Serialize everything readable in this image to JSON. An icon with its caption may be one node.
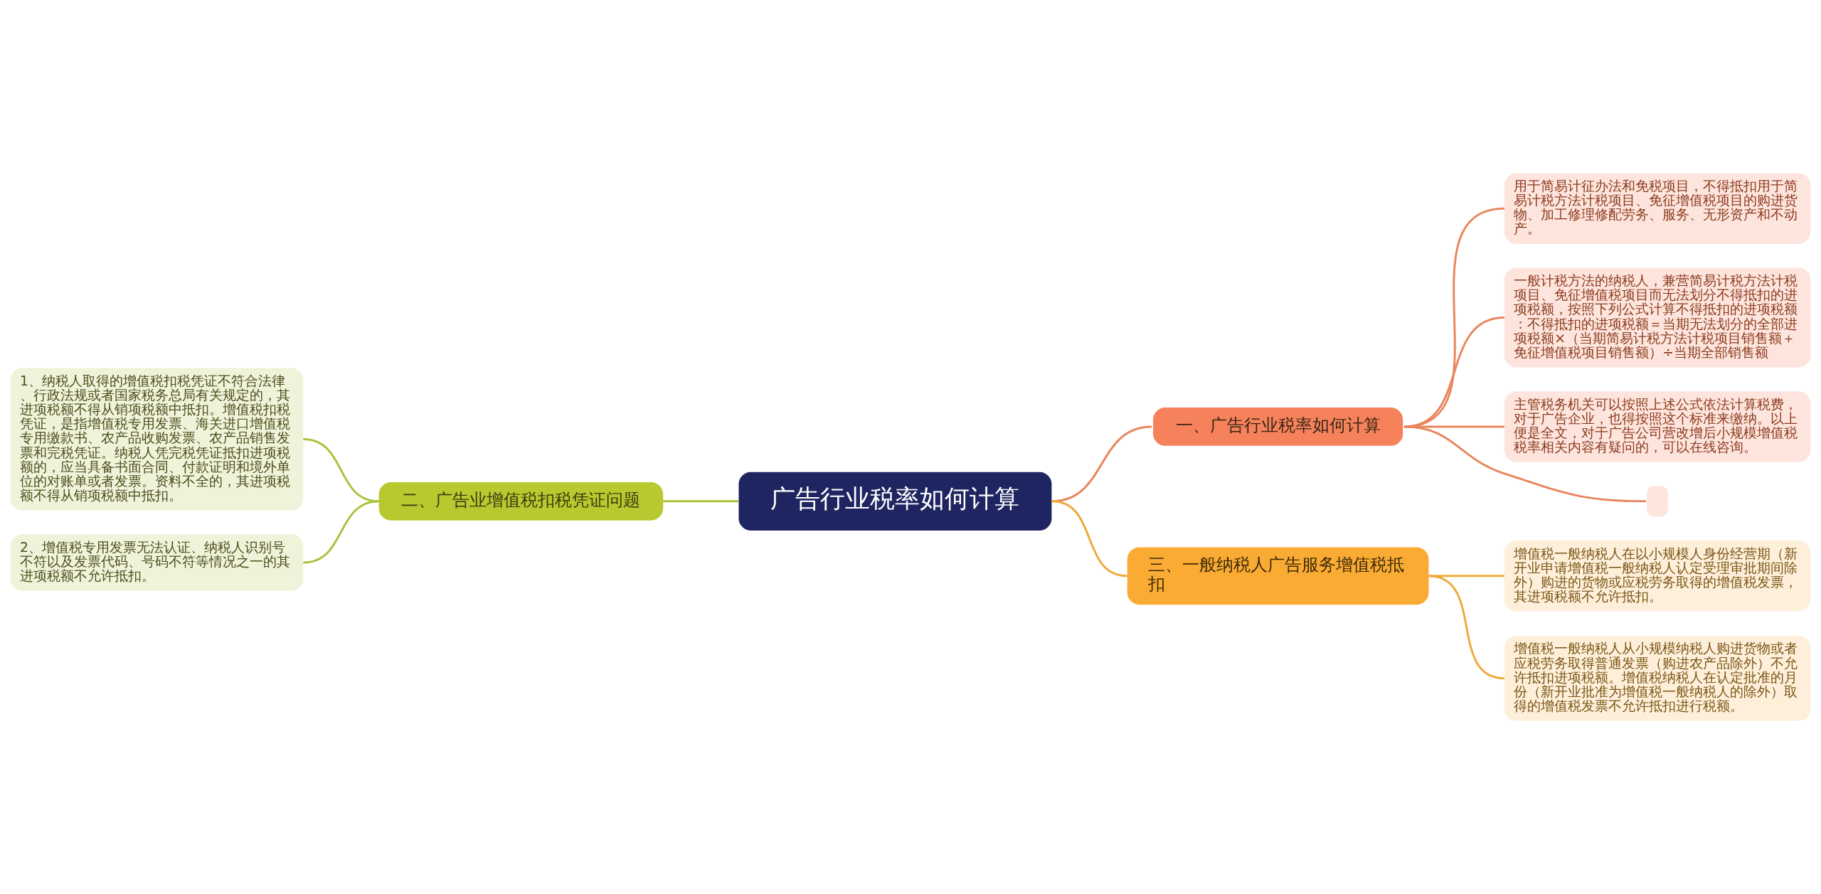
{
  "diagram": {
    "nodes": [
      {
        "text": [
          "广告行业税率如何计算"
        ]
      },
      {
        "text": [
          "一、广告行业税率如何计算"
        ]
      },
      {
        "text": [
          "用于简易计征办法和免税项目，不得抵扣用于简易计税方法计税项目、免征增值税项目的购进货物、加工修理修配劳务、服务、无形资产和不动产。"
        ]
      },
      {
        "text": [
          "一般计税方法的纳税人，兼营简易计税方法计税项目、免征增值税项目而无法划分不得抵扣的进项税额，按照下列公式计算不得抵扣的进项税额：不得抵扣的进项税额＝当期无法划分的全部进项税额×（当期简易计税方法计税项目销售额＋免征增值税项目销售额）÷当期全部销售额"
        ]
      },
      {
        "text": [
          "主管税务机关可以按照上述公式依法计算税费，对于广告企业，也得按照这个标准来缴纳。以上便是全文，对于广告公司营改增后小规模增值税税率相关内容有疑问的，可以在线咨询。"
        ]
      },
      {
        "text": [],
        "shape": "box"
      },
      {
        "text": [
          "二、广告业增值税扣税凭证问题"
        ]
      },
      {
        "text": [
          "1、纳税人取得的增值税扣税凭证不符合法律、行政法规或者国家税务总局有关规定的，其进项税额不得从销项税额中抵扣。增值税扣税凭证，是指增值税专用发票、海关进口增值税专用缴款书、农产品收购发票、农产品销售发票和完税凭证。纳税人凭完税凭证抵扣进项税额的，应当具备书面合同、付款证明和境外单位的对账单或者发票。资料不全的，其进项税额不得从销项税额中抵扣。"
        ]
      },
      {
        "text": [
          "2、增值税专用发票无法认证、纳税人识别号不符以及发票代码、号码不符等情况之一的其进项税额不允许抵扣。"
        ]
      },
      {
        "text": [
          "三、一般纳税人广告服务增值税抵扣"
        ]
      },
      {
        "text": [
          "增值税一般纳税人在以小规模人身份经营期（新开业申请增值税一般纳税人认定受理审批期间除外）购进的货物或应税劳务取得的增值税发票，其进项税额不允许抵扣。"
        ]
      },
      {
        "text": [
          "增值税一般纳税人从小规模纳税人购进货物或者应税劳务取得普通发票（购进农产品除外）不允许抵扣进项税额。增值税纳税人在认定批准的月份（新开业批准为增值税一般纳税人的除外）取得的增值税发票不允许抵扣进行税额。"
        ]
      }
    ],
    "edges": [
      {
        "from": 0,
        "to": 1,
        "arrow": "none"
      },
      {
        "from": 1,
        "to": 2,
        "arrow": "none"
      },
      {
        "from": 1,
        "to": 3,
        "arrow": "none"
      },
      {
        "from": 1,
        "to": 4,
        "arrow": "none"
      },
      {
        "from": 1,
        "to": 5,
        "arrow": "none"
      },
      {
        "from": 6,
        "to": 0,
        "arrow": "none",
        "color": "#a9c23b"
      },
      {
        "from": 7,
        "to": 6,
        "arrow": "none",
        "color": "#a9c23b"
      },
      {
        "from": 8,
        "to": 6,
        "arrow": "none",
        "color": "#a9c23b"
      },
      {
        "from": 0,
        "to": 9,
        "arrow": "none",
        "color": "#eeaa3d"
      },
      {
        "from": 9,
        "to": 10,
        "arrow": "none",
        "color": "#eeaa3d"
      },
      {
        "from": 9,
        "to": 11,
        "arrow": "none",
        "color": "#eeaa3d"
      }
    ]
  }
}
